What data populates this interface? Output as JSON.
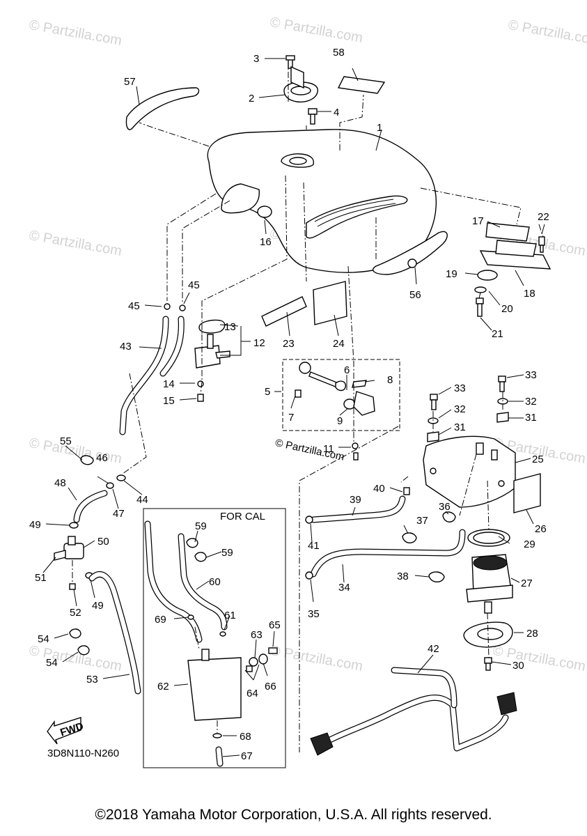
{
  "diagram_code": "3D8N110-N260",
  "inset_label": "FOR CAL",
  "fwd_label": "FWD",
  "watermark": "© Partzilla.com",
  "center_watermark": "© Partzilla.com",
  "copyright": "©2018 Yamaha Motor Corporation, U.S.A. All rights reserved.",
  "callouts": [
    "1",
    "2",
    "3",
    "4",
    "5",
    "6",
    "7",
    "8",
    "9",
    "11",
    "12",
    "13",
    "14",
    "15",
    "16",
    "17",
    "18",
    "19",
    "20",
    "21",
    "22",
    "23",
    "24",
    "25",
    "26",
    "27",
    "28",
    "29",
    "30",
    "31",
    "31",
    "32",
    "32",
    "33",
    "33",
    "34",
    "35",
    "36",
    "37",
    "38",
    "39",
    "40",
    "41",
    "42",
    "43",
    "44",
    "45",
    "45",
    "46",
    "47",
    "48",
    "49",
    "49",
    "50",
    "51",
    "52",
    "53",
    "54",
    "54",
    "55",
    "56",
    "57",
    "58",
    "59",
    "59",
    "60",
    "61",
    "62",
    "63",
    "64",
    "65",
    "66",
    "67",
    "68",
    "69"
  ]
}
